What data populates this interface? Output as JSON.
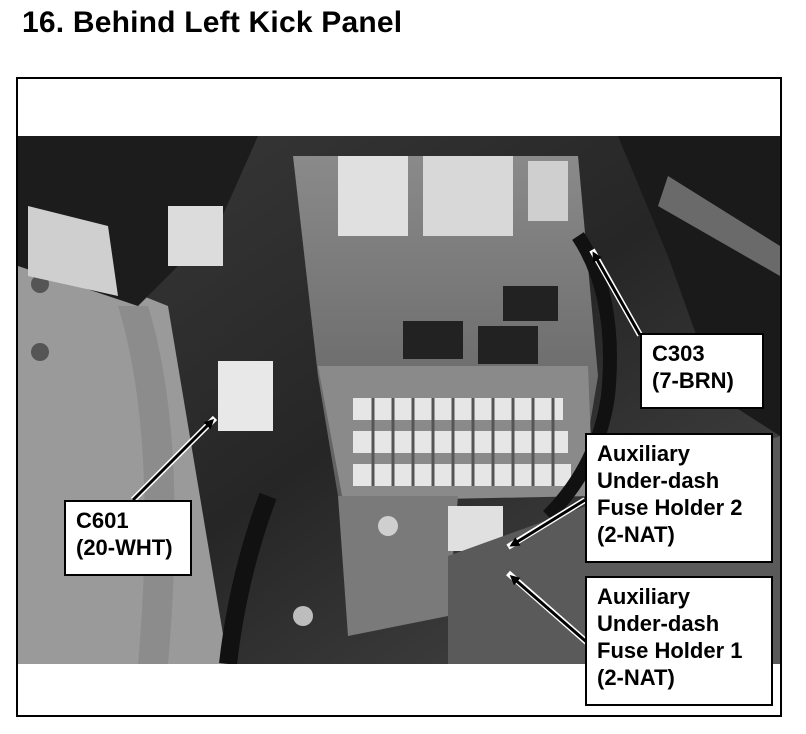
{
  "page": {
    "title": "16.  Behind Left Kick Panel"
  },
  "callouts": {
    "c303": {
      "line1": "C303",
      "line2": "(7-BRN)"
    },
    "c601": {
      "line1": "C601",
      "line2": "(20-WHT)"
    },
    "fuse_holder_2": {
      "line1": "Auxiliary",
      "line2": "Under-dash",
      "line3": "Fuse Holder 2",
      "line4": "(2-NAT)"
    },
    "fuse_holder_1": {
      "line1": "Auxiliary",
      "line2": "Under-dash",
      "line3": "Fuse Holder 1",
      "line4": "(2-NAT)"
    }
  },
  "colors": {
    "photo_background": "#2a2a2a",
    "fuse_box": "#7a7a7a",
    "connector_white": "#e8e8e8"
  }
}
